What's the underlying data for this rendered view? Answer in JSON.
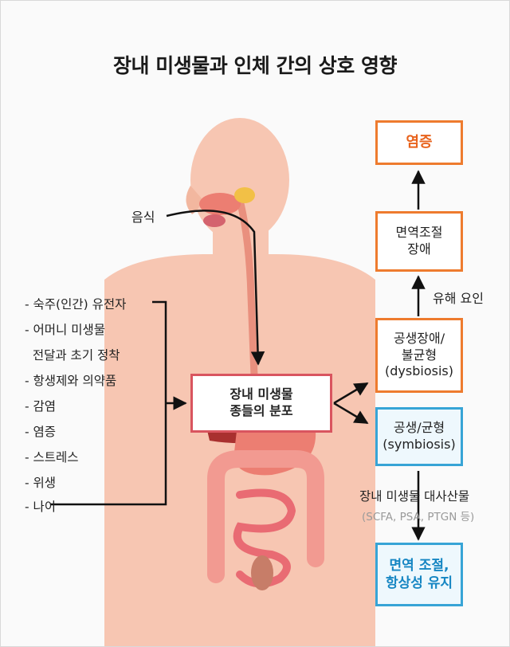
{
  "title": "장내 미생물과 인체 간의 상호 영향",
  "food_label": "음식",
  "center_box": {
    "line1": "장내 미생물",
    "line2": "종들의 분포"
  },
  "factors": [
    "- 숙주(인간) 유전자",
    "- 어머니 미생물",
    "  전달과 초기 정착",
    "- 항생제와 의약품",
    "- 감염",
    "- 염증",
    "- 스트레스",
    "- 위생",
    "- 나이"
  ],
  "right_boxes": {
    "inflammation": "염증",
    "immune_disorder": {
      "line1": "면역조절",
      "line2": "장애"
    },
    "dysbiosis": {
      "line1": "공생장애/",
      "line2": "불균형",
      "line3": "(dysbiosis)"
    },
    "symbiosis": {
      "line1": "공생/균형",
      "line2": "(symbiosis)"
    },
    "immune_homeostasis": {
      "line1": "면역 조절,",
      "line2": "항상성 유지"
    }
  },
  "harmful_factor_label": "유해 요인",
  "metabolite_label": "장내 미생물 대사산물",
  "metabolite_examples": "(SCFA, PSA, PTGN 등)",
  "colors": {
    "orange": "#ee7b2e",
    "blue": "#37a4d6",
    "red_border": "#d9555f",
    "skin": "#f7c6b2"
  }
}
